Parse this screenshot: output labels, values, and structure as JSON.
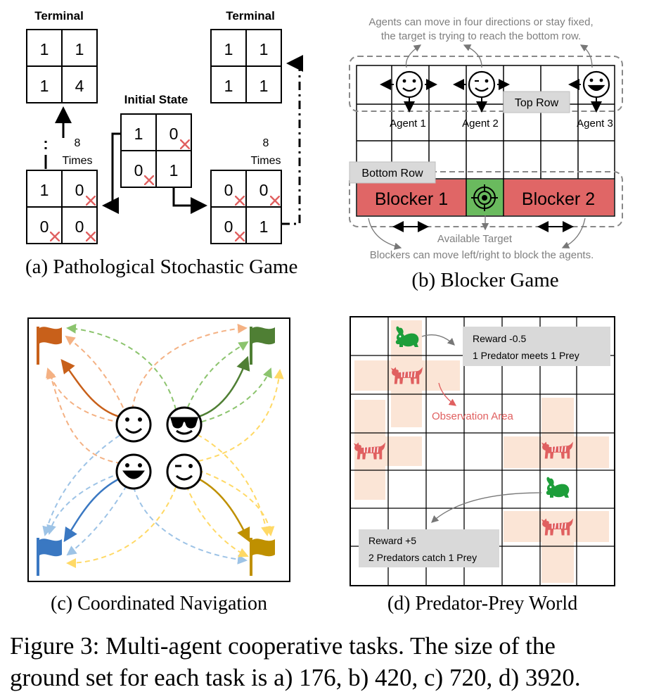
{
  "panel_a": {
    "terminal_left_title": "Terminal",
    "terminal_right_title": "Terminal",
    "initial_state_title": "Initial State",
    "terminal_left_cells": [
      "1",
      "1",
      "1",
      "4"
    ],
    "terminal_right_cells": [
      "1",
      "1",
      "1",
      "1"
    ],
    "initial_cells": [
      "1",
      "0",
      "0",
      "1"
    ],
    "left_cells": [
      "1",
      "0",
      "0",
      "0"
    ],
    "right_cells": [
      "0",
      "0",
      "0",
      "1"
    ],
    "left_repeat_count": "8",
    "left_repeat_unit": "Times",
    "right_repeat_count": "8",
    "right_repeat_unit": "Times",
    "caption": "(a) Pathological Stochastic Game"
  },
  "panel_b": {
    "note_top": "Agents can move in four directions or stay fixed,",
    "note_top_2": "the target is trying to reach the bottom row.",
    "top_row_label": "Top Row",
    "bottom_row_label": "Bottom Row",
    "agent1": "Agent 1",
    "agent2": "Agent 2",
    "agent3": "Agent 3",
    "blocker1": "Blocker 1",
    "blocker2": "Blocker 2",
    "available_target": "Available Target",
    "note_bottom": "Blockers can move left/right to block the agents.",
    "caption": "(b) Blocker Game",
    "colors": {
      "blocker": "#e06666",
      "target": "#6aba5e"
    }
  },
  "panel_c": {
    "caption": "(c) Coordinated Navigation",
    "flag_colors": {
      "top_left": "#c8601a",
      "top_right": "#4f7f34",
      "bottom_left": "#3a78c2",
      "bottom_right": "#bf9000"
    }
  },
  "panel_d": {
    "reward_top_line1": "Reward -0.5",
    "reward_top_line2": "1 Predator meets 1 Prey",
    "observation_area": "Observation Area",
    "reward_bottom_line1": "Reward +5",
    "reward_bottom_line2": "2 Predators catch 1 Prey",
    "caption": "(d) Predator-Prey World",
    "colors": {
      "prey": "#1d9e3a",
      "predator": "#e06060",
      "observation": "#fbe5d6"
    }
  },
  "figure_caption_line1": "Figure 3: Multi-agent cooperative tasks. The size of the",
  "figure_caption_line2": "ground set for each task is a) 176, b) 420, c) 720, d) 3920."
}
